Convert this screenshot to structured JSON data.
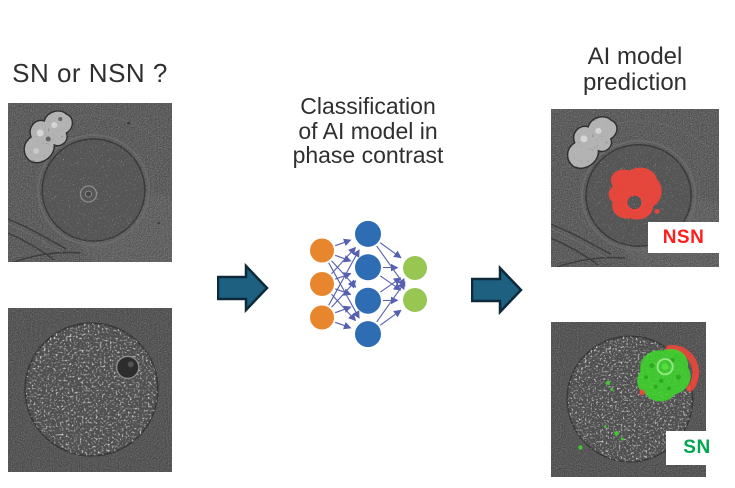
{
  "figure": {
    "background": "#ffffff",
    "left_panel": {
      "title": "SN or NSN ?",
      "micrographs": [
        {
          "name": "nsn-oocyte-phase-contrast",
          "description": "phase contrast micrograph of oocyte with cumulus cell cluster"
        },
        {
          "name": "sn-oocyte-phase-contrast",
          "description": "phase contrast micrograph of granular oocyte with dark nucleolus"
        }
      ]
    },
    "center_panel": {
      "caption_lines": [
        "Classification",
        "of AI model in",
        "phase contrast"
      ],
      "network_icon": {
        "name": "neural-network-icon",
        "layers": [
          {
            "role": "input",
            "count": 3,
            "color": "#E8862D"
          },
          {
            "role": "hidden",
            "count": 4,
            "color": "#2E6DB4"
          },
          {
            "role": "output",
            "count": 2,
            "color": "#97C653"
          }
        ],
        "edge_color": "#5560B0"
      }
    },
    "right_panel": {
      "title_lines": [
        "AI model",
        "prediction"
      ],
      "predictions": [
        {
          "label": "NSN",
          "color": "#FF1E1E",
          "overlay_color": "#FF4438"
        },
        {
          "label": "SN",
          "color": "#00A650",
          "overlay_color": "#3FD62C"
        }
      ]
    },
    "flow_arrows": {
      "name": "right-block-arrow",
      "fill": "#1D607F",
      "outline": "#0E2A3A",
      "count": 2
    }
  }
}
